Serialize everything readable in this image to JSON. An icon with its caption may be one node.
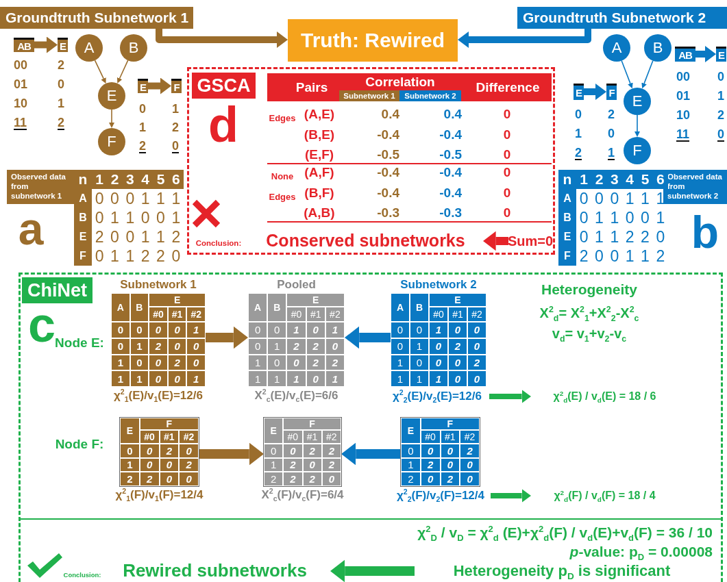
{
  "diagram": {
    "nodes": [
      {
        "text": [
          "Groundtruth Subnetwork 1"
        ]
      },
      {
        "text": [
          "Truth: Rewired"
        ]
      },
      {
        "text": [
          "Groundtruth Subnetwork 2"
        ]
      },
      {
        "text": [
          "AB"
        ]
      },
      {
        "text": [
          "E"
        ]
      },
      {
        "text": [
          "A"
        ]
      },
      {
        "text": [
          "B"
        ]
      },
      {
        "text": [
          "E"
        ]
      },
      {
        "text": [
          "F"
        ]
      },
      {
        "text": [
          "E"
        ]
      },
      {
        "text": [
          "F"
        ]
      },
      {
        "text": [
          "Observed data from subnetwork 1"
        ]
      },
      {
        "text": [
          "GSCA"
        ]
      },
      {
        "text": [
          "Conserved subnetworks"
        ],
        "in": 12
      },
      {
        "text": [
          "Sum=0"
        ],
        "in": 12
      },
      {
        "text": [
          "A"
        ]
      },
      {
        "text": [
          "B"
        ]
      },
      {
        "text": [
          "AB"
        ]
      },
      {
        "text": [
          "E"
        ]
      },
      {
        "text": [
          "E"
        ]
      },
      {
        "text": [
          "F"
        ]
      },
      {
        "text": [
          "E"
        ]
      },
      {
        "text": [
          "F"
        ]
      },
      {
        "text": [
          "Observed data from subnetwork 2"
        ]
      },
      {
        "text": [
          "ChiNet"
        ]
      },
      {
        "text": [
          "Subnetwork 1"
        ],
        "in": 24,
        "beside": [
          "χ$^{2}$$_{1}$(E)/v$_{1}$(E)=12/6"
        ]
      },
      {
        "text": [
          "Pooled"
        ],
        "in": 24,
        "beside": [
          "Χ$^{2}$$_{c}$(E)/v$_{c}$(E)=6/6"
        ]
      },
      {
        "text": [
          "Subnetwork 2"
        ],
        "in": 24
      },
      {
        "text": [
          "χ$^{2}$$_{2}$(E)/v$_{2}$(E)=12/6"
        ],
        "in": 24
      },
      {
        "text": [
          "χ$^{2}$$_{d}$(E) / v$_{d}$(E) = 18 / 6"
        ],
        "in": 24
      },
      {
        "text": [],
        "shape": "box",
        "in": 24,
        "beside": [
          "χ$^{2}$$_{1}$(F)/v$_{1}$(F)=12/4"
        ]
      },
      {
        "text": [],
        "shape": "box",
        "in": 24,
        "beside": [
          "Χ$^{2}$$_{c}$(F)/v$_{c}$(F)=6/4"
        ]
      },
      {
        "text": [],
        "shape": "box",
        "in": 24
      },
      {
        "text": [
          "χ$^{2}$$_{2}$(F)/v$_{2}$(F)=12/4"
        ],
        "in": 24
      },
      {
        "text": [
          "χ$^{2}$$_{d}$(F) / v$_{d}$(F) = 18 / 4"
        ],
        "in": 24
      },
      {
        "text": [
          "Rewired subnetworks"
        ],
        "in": 24
      },
      {
        "text": [
          "Heterogeneity p$_{D}$ is significant"
        ],
        "in": 24
      }
    ],
    "edges": [
      {
        "from": 0,
        "to": 1,
        "arrow": "to",
        "color": "#9b6d2c"
      },
      {
        "from": 2,
        "to": 1,
        "arrow": "to",
        "color": "#0a79c3"
      },
      {
        "from": 3,
        "to": 4,
        "arrow": "to",
        "color": "#9b6d2c"
      },
      {
        "from": 5,
        "to": 7,
        "arrow": "to",
        "color": "#9b6d2c"
      },
      {
        "from": 6,
        "to": 7,
        "arrow": "to",
        "color": "#9b6d2c"
      },
      {
        "from": 7,
        "to": 8,
        "arrow": "to",
        "color": "#9b6d2c"
      },
      {
        "from": 9,
        "to": 10,
        "arrow": "to",
        "color": "#9b6d2c"
      },
      {
        "from": 17,
        "to": 18,
        "arrow": "to",
        "color": "#0a79c3"
      },
      {
        "from": 15,
        "to": 21,
        "arrow": "to",
        "color": "#0a79c3"
      },
      {
        "from": 16,
        "to": 21,
        "arrow": "to",
        "color": "#0a79c3"
      },
      {
        "from": 21,
        "to": 22,
        "arrow": "to",
        "color": "#0a79c3"
      },
      {
        "from": 19,
        "to": 20,
        "arrow": "to",
        "color": "#0a79c3"
      },
      {
        "from": 14,
        "to": 13,
        "arrow": "to",
        "color": "#e52329"
      },
      {
        "from": 25,
        "to": 26,
        "arrow": "to",
        "color": "#9b6d2c"
      },
      {
        "from": 27,
        "to": 26,
        "arrow": "to",
        "color": "#0a79c3"
      },
      {
        "from": 28,
        "to": 29,
        "arrow": "to",
        "color": "#20b14c"
      },
      {
        "from": 30,
        "to": 31,
        "arrow": "to",
        "color": "#9b6d2c"
      },
      {
        "from": 32,
        "to": 31,
        "arrow": "to",
        "color": "#0a79c3"
      },
      {
        "from": 33,
        "to": 34,
        "arrow": "to",
        "color": "#20b14c"
      },
      {
        "from": 36,
        "to": 35,
        "arrow": "to",
        "color": "#20b14c"
      }
    ],
    "labels": [
      "00",
      "2",
      "01",
      "0",
      "10",
      "1",
      "11",
      "2",
      "0",
      "1",
      "1",
      "2",
      "2",
      "0",
      "n",
      "1",
      "2",
      "3",
      "4",
      "5",
      "6",
      "A",
      "0",
      "0",
      "0",
      "1",
      "1",
      "1",
      "B",
      "0",
      "1",
      "1",
      "0",
      "0",
      "1",
      "E",
      "2",
      "0",
      "0",
      "1",
      "1",
      "2",
      "F",
      "0",
      "1",
      "1",
      "2",
      "2",
      "0",
      "a",
      "d",
      "Pairs",
      "Correlation",
      "Subnetwork 1",
      "Subnetwork 2",
      "Difference",
      "Edges",
      "(A,E)",
      "0.4",
      "0.4",
      "0",
      "(B,E)",
      "-0.4",
      "-0.4",
      "0",
      "(E,F)",
      "-0.5",
      "-0.5",
      "0",
      "None",
      "(A,F)",
      "-0.4",
      "-0.4",
      "0",
      "Edges",
      "(B,F)",
      "-0.4",
      "-0.4",
      "0",
      "(A,B)",
      "-0.3",
      "-0.3",
      "0",
      "Conclusion:",
      "0",
      "2",
      "1",
      "0",
      "2",
      "1",
      "00",
      "0",
      "01",
      "1",
      "10",
      "2",
      "11",
      "0",
      "n",
      "1",
      "2",
      "3",
      "4",
      "5",
      "6",
      "A",
      "0",
      "0",
      "0",
      "1",
      "1",
      "1",
      "B",
      "0",
      "1",
      "1",
      "0",
      "0",
      "1",
      "E",
      "0",
      "1",
      "1",
      "2",
      "2",
      "0",
      "F",
      "2",
      "0",
      "0",
      "1",
      "1",
      "2",
      "b",
      "c",
      "Node E:",
      "A",
      "B",
      "E",
      "#0",
      "#1",
      "#2",
      "0",
      "0",
      "0",
      "0",
      "1",
      "0",
      "1",
      "2",
      "0",
      "0",
      "1",
      "0",
      "0",
      "2",
      "0",
      "1",
      "1",
      "0",
      "0",
      "1",
      "A",
      "B",
      "E",
      "#0",
      "#1",
      "#2",
      "0",
      "0",
      "1",
      "0",
      "1",
      "0",
      "1",
      "2",
      "2",
      "0",
      "1",
      "0",
      "0",
      "2",
      "2",
      "1",
      "1",
      "1",
      "0",
      "1",
      "A",
      "B",
      "E",
      "#0",
      "#1",
      "#2",
      "0",
      "0",
      "1",
      "0",
      "0",
      "0",
      "1",
      "0",
      "2",
      "0",
      "1",
      "0",
      "0",
      "0",
      "2",
      "1",
      "1",
      "1",
      "0",
      "0",
      "Heterogeneity",
      "Χ$^{2}$$_{d}$= Χ$^{2}$$_{1}$+Χ$^{2}$$_{2}$-Χ$^{2}$$_{c}$",
      "v$_{d}$= v$_{1}$+v$_{2}$-v$_{c}$",
      "Node F:",
      "E",
      "F",
      "#0",
      "#1",
      "#2",
      "0",
      "0",
      "2",
      "0",
      "1",
      "0",
      "0",
      "2",
      "2",
      "2",
      "0",
      "0",
      "E",
      "F",
      "#0",
      "#1",
      "#2",
      "0",
      "0",
      "2",
      "2",
      "1",
      "2",
      "0",
      "2",
      "2",
      "2",
      "2",
      "0",
      "E",
      "F",
      "#0",
      "#1",
      "#2",
      "0",
      "0",
      "0",
      "2",
      "1",
      "2",
      "0",
      "0",
      "2",
      "0",
      "2",
      "0",
      "χ$^{2}$$_{D}$ / v$_{D}$ = χ$^{2}$$_{d}$ (E)+χ$^{2}$$_{d}$(F) / v$_{d}$(E)+v$_{d}$(F) = 36 / 10",
      "*p*-value: p$_{D}$ = 0.00008",
      "Conclusion:"
    ]
  }
}
